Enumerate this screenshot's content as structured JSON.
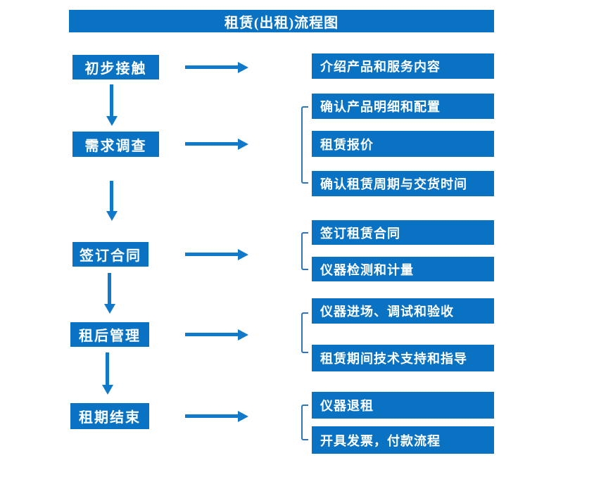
{
  "title": "租赁(出租)流程图",
  "colors": {
    "box_blue": "#0a72c2",
    "arrow_blue": "#1179ca",
    "bracket_blue": "#2e75b6",
    "text_white": "#ffffff"
  },
  "stages": [
    {
      "label": "初步接触",
      "outputs": [
        "介绍产品和服务内容"
      ]
    },
    {
      "label": "需求调查",
      "outputs": [
        "确认产品明细和配置",
        "租赁报价",
        "确认租赁周期与交货时间"
      ]
    },
    {
      "label": "签订合同",
      "outputs": [
        "签订租赁合同",
        "仪器检测和计量"
      ]
    },
    {
      "label": "租后管理",
      "outputs": [
        "仪器进场、调试和验收",
        "租赁期间技术支持和指导"
      ]
    },
    {
      "label": "租期结束",
      "outputs": [
        "仪器退租",
        "开具发票，付款流程"
      ]
    }
  ]
}
